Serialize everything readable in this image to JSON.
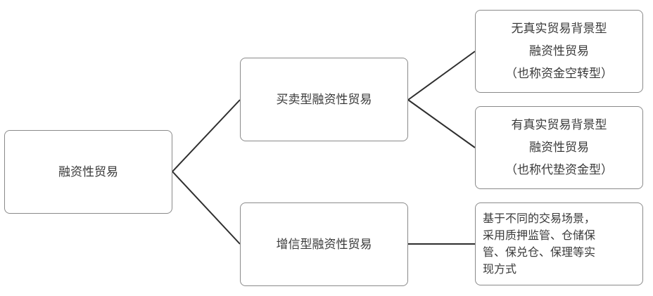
{
  "root": {
    "label": "融资性贸易"
  },
  "branch_trade": {
    "label": "买卖型融资性贸易"
  },
  "branch_credit": {
    "label": "增信型融资性贸易"
  },
  "leaf_no_real": {
    "lines": [
      "无真实贸易背景型",
      "融资性贸易",
      "（也称资金空转型）"
    ]
  },
  "leaf_real": {
    "lines": [
      "有真实贸易背景型",
      "融资性贸易",
      "（也称代垫资金型）"
    ]
  },
  "leaf_credit": {
    "lines": [
      "基于不同的交易场景，",
      "采用质押监管、仓储保",
      "管、保兑仓、保理等实",
      "现方式"
    ]
  }
}
